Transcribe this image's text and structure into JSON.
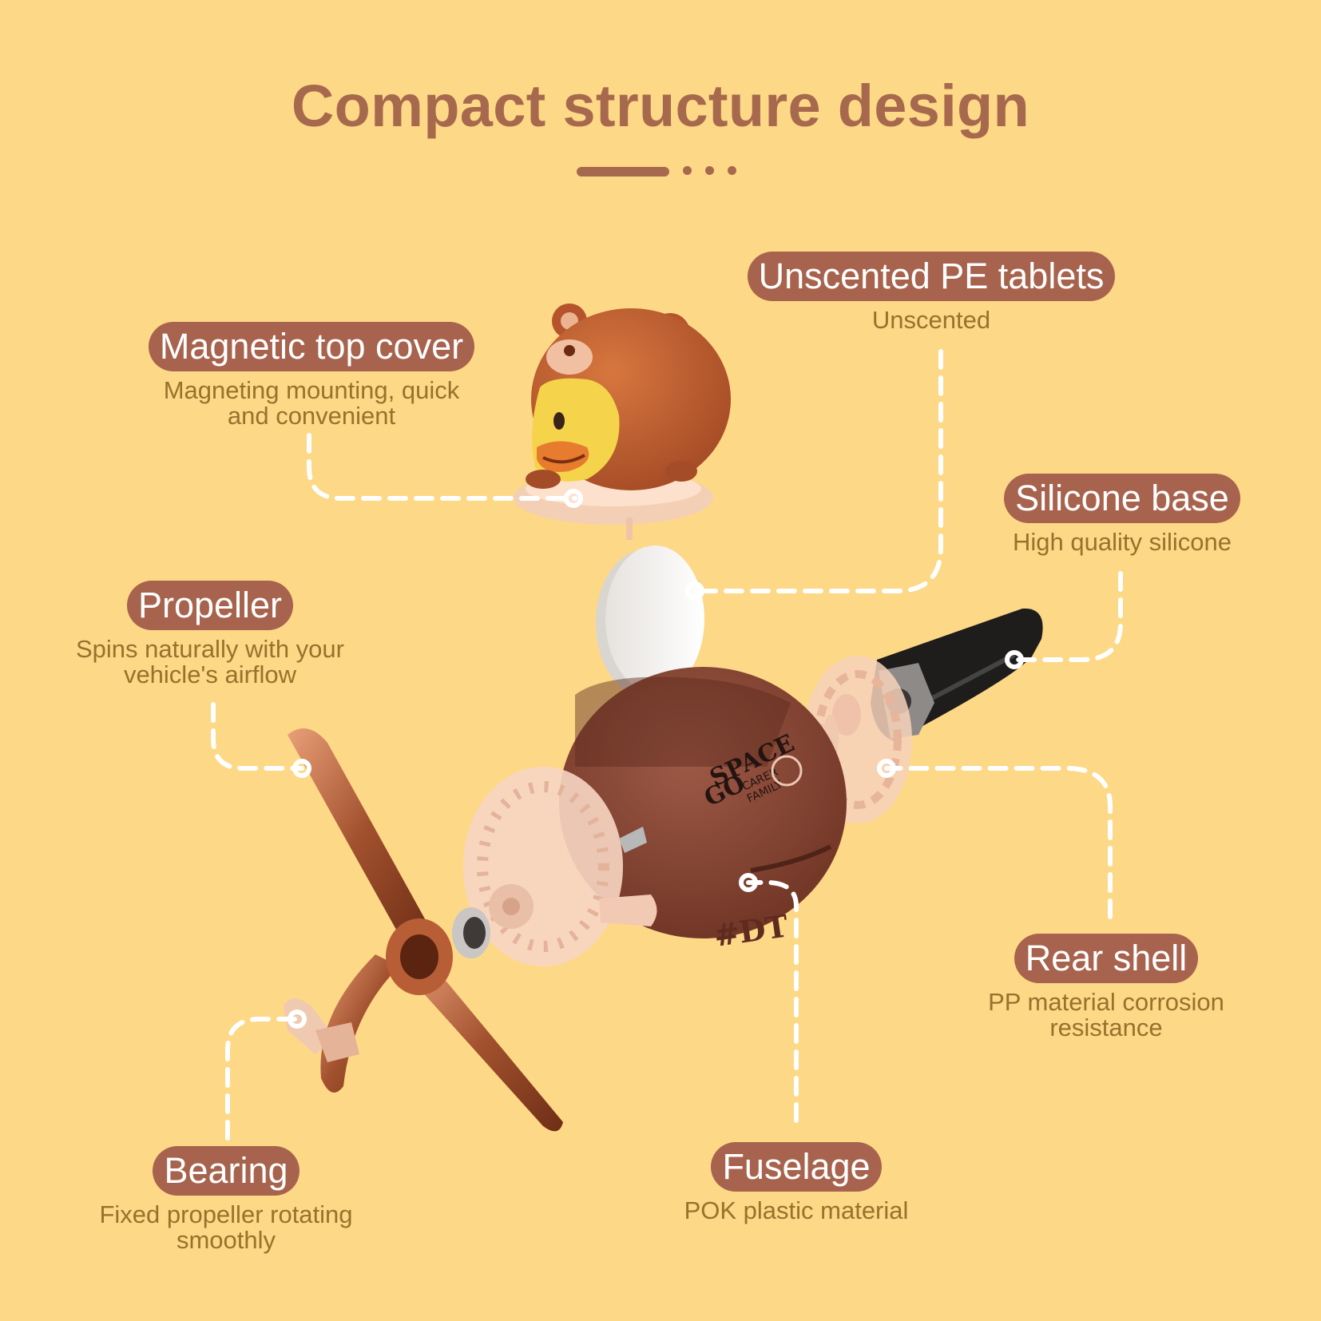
{
  "title": "Compact structure design",
  "colors": {
    "background": "#fdd887",
    "accent": "#a7694d",
    "pill": "#a7634d",
    "description": "#96722c",
    "connector": "#ffffff"
  },
  "callouts": {
    "magnetic_top_cover": {
      "label": "Magnetic top cover",
      "desc": "Magneting mounting, quick and convenient"
    },
    "unscented_pe_tablets": {
      "label": "Unscented PE tablets",
      "desc": "Unscented"
    },
    "silicone_base": {
      "label": "Silicone base",
      "desc": "High quality silicone"
    },
    "propeller": {
      "label": "Propeller",
      "desc": "Spins naturally with your vehicle's airflow"
    },
    "rear_shell": {
      "label": "Rear shell",
      "desc": "PP material corrosion resistance"
    },
    "bearing": {
      "label": "Bearing",
      "desc": "Fixed propeller rotating smoothly"
    },
    "fuselage": {
      "label": "Fuselage",
      "desc": "POK plastic material"
    }
  },
  "product_print": {
    "line1": "SPACE",
    "line2": "GO",
    "line3": "CARER",
    "line4": "FAMILY",
    "badge": "#DT"
  }
}
